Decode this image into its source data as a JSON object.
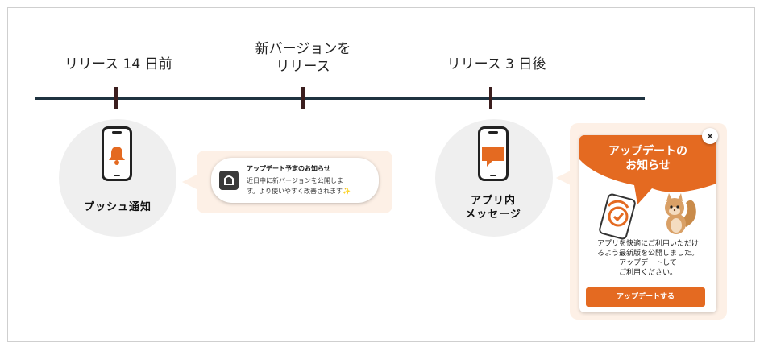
{
  "timeline": {
    "labels": {
      "before": "リリース 14 日前",
      "release_line1": "新バージョンを",
      "release_line2": "リリース",
      "after": "リリース 3 日後"
    }
  },
  "push": {
    "label": "プッシュ通知",
    "icon": "bell-icon",
    "notification": {
      "app_icon": "app-logo-icon",
      "title": "アップデート予定のお知らせ",
      "body_line1": "近日中に新バージョンを公開しま",
      "body_line2": "す。より使いやすく改善されます✨"
    }
  },
  "in_app": {
    "label_line1": "アプリ内",
    "label_line2": "メッセージ",
    "icon": "chat-bubble-icon",
    "popup": {
      "close": "×",
      "title_line1": "アップデートの",
      "title_line2": "お知らせ",
      "body_line1": "アプリを快適にご利用いただけ",
      "body_line2": "るよう最新版を公開しました。",
      "body_line3": "アップデートして",
      "body_line4": "ご利用ください。",
      "button": "アップデートする"
    }
  },
  "colors": {
    "accent": "#e46a21",
    "timeline": "#1f3340",
    "tick": "#3b1e1e",
    "circle_bg": "#efefef",
    "bubble_bg": "#fdf0e6"
  }
}
